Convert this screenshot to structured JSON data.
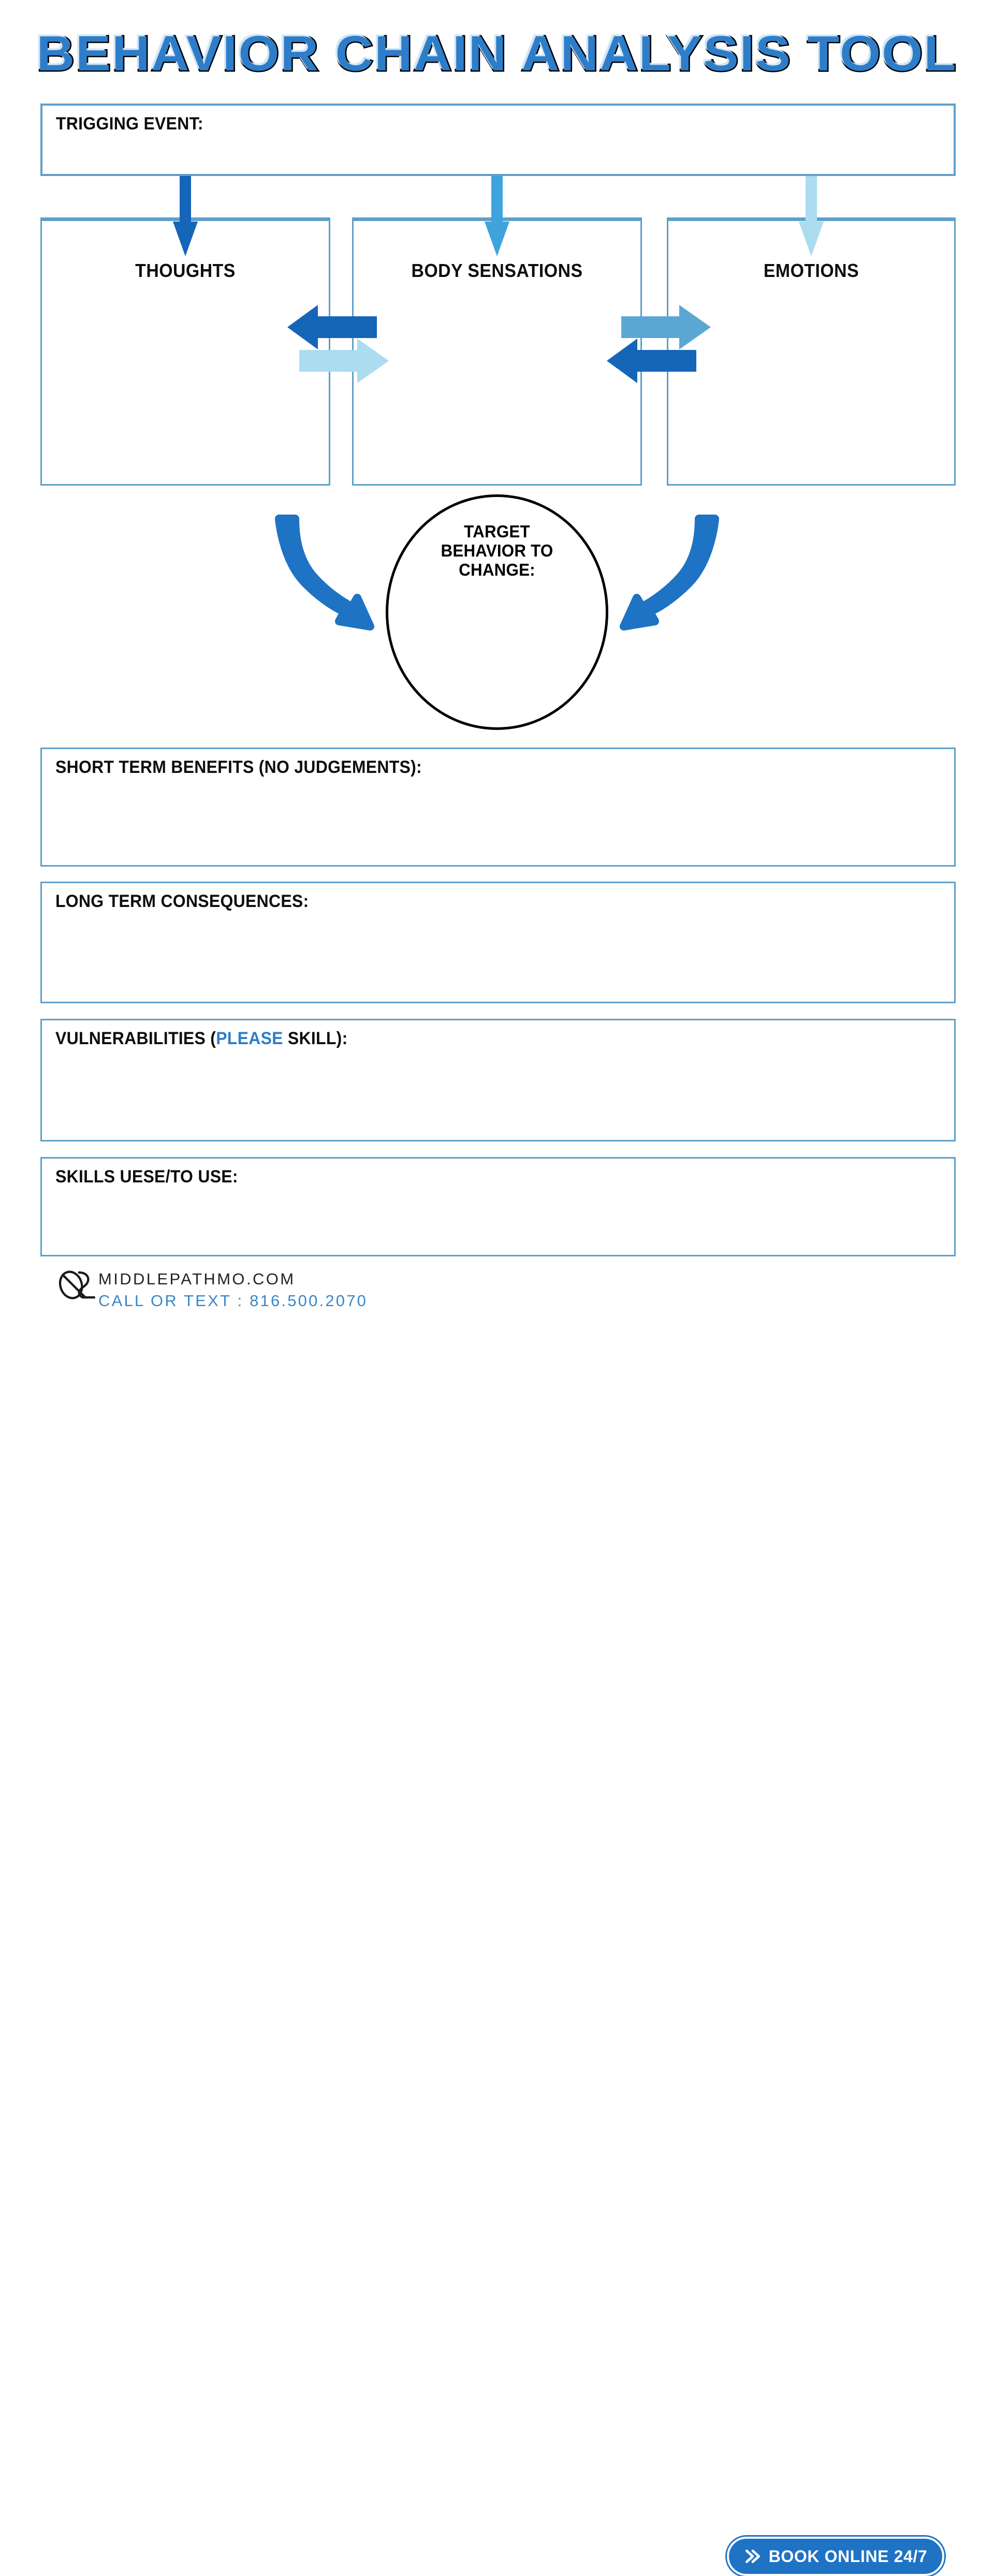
{
  "document": {
    "title": "BEHAVIOR CHAIN ANALYSIS TOOL"
  },
  "colors": {
    "title_fill": "#2E7DC9",
    "title_outline": "#000000",
    "title_shadow": "#CFE4F5",
    "box_border": "#5F9FC9",
    "arrow_dark": "#1565B8",
    "arrow_medium": "#3FA3DC",
    "arrow_light": "#ABDCF0",
    "arrow_mid_blue": "#5BA7D4",
    "accent_blue": "#2E7DC9",
    "button_blue": "#1E73C4",
    "footer_text": "#222222",
    "footer_phone": "#3B86C8",
    "circle_outline": "#000000"
  },
  "trigger": {
    "label": "TRIGGING EVENT:",
    "value": ""
  },
  "columns": [
    {
      "name": "thoughts",
      "label": "THOUGHTS",
      "value": "",
      "arrow_icon": "arrow-down-icon",
      "arrow_color": "#1565B8"
    },
    {
      "name": "body-sensations",
      "label": "BODY SENSATIONS",
      "value": "",
      "arrow_icon": "arrow-down-icon",
      "arrow_color": "#3FA3DC"
    },
    {
      "name": "emotions",
      "label": "EMOTIONS",
      "value": "",
      "arrow_icon": "arrow-down-icon",
      "arrow_color": "#ABDCF0"
    }
  ],
  "connectors": {
    "left_pair": [
      {
        "icon": "arrow-left-icon",
        "direction": "left",
        "color": "#1565B8"
      },
      {
        "icon": "arrow-right-icon",
        "direction": "right",
        "color": "#ABDCF0"
      }
    ],
    "right_pair": [
      {
        "icon": "arrow-right-icon",
        "direction": "right",
        "color": "#5BA7D4"
      },
      {
        "icon": "arrow-left-icon",
        "direction": "left",
        "color": "#1565B8"
      }
    ],
    "curved_left": {
      "icon": "curved-arrow-down-right-icon",
      "color": "#1E73C4"
    },
    "curved_right": {
      "icon": "curved-arrow-down-left-icon",
      "color": "#1E73C4"
    }
  },
  "target": {
    "line1": "TARGET",
    "line2": "BEHAVIOR TO",
    "line3": "CHANGE:",
    "value": ""
  },
  "sections": [
    {
      "name": "short-term-benefits",
      "label": "SHORT TERM BENEFITS (NO JUDGEMENTS):",
      "value": ""
    },
    {
      "name": "long-term-consequences",
      "label": "LONG TERM CONSEQUENCES:",
      "value": ""
    },
    {
      "name": "vulnerabilities",
      "label_pre": "VULNERABILITIES (",
      "label_accent": "PLEASE",
      "label_post": " SKILL):",
      "value": ""
    },
    {
      "name": "skills-used",
      "label": "SKILLS UESE/TO USE:",
      "value": ""
    }
  ],
  "footer": {
    "logo_icon": "ampersand-monogram-logo",
    "website": "MIDDLEPATHMO.COM",
    "phone": "CALL OR TEXT : 816.500.2070",
    "button": {
      "icon": "double-chevron-right-icon",
      "label": "BOOK ONLINE 24/7"
    }
  }
}
